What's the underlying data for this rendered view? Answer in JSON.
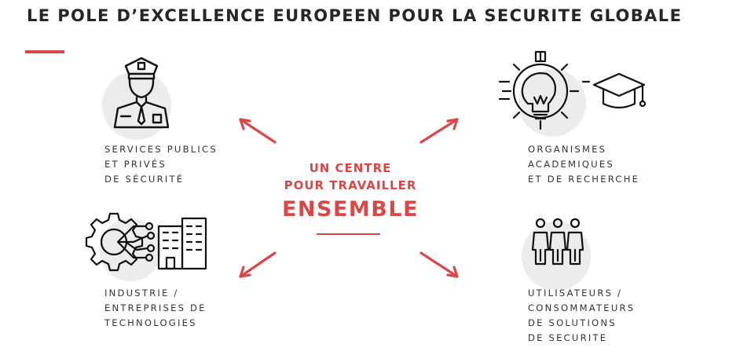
{
  "title": "LE POLE D’EXCELLENCE EUROPEEN POUR LA SECURITE GLOBALE",
  "center": {
    "line1": "UN CENTRE",
    "line2": "POUR TRAVAILLER",
    "line3": "ENSEMBLE"
  },
  "quadrants": {
    "top_left": {
      "icon": "security-officer-icon",
      "lines": [
        "SERVICES PUBLICS",
        "ET PRIVÉS",
        "DE SÉCURITÉ"
      ]
    },
    "top_right": {
      "icon": "lightbulb-gear-graduation-cap-icon",
      "lines": [
        "ORGANISMES",
        "ACADEMIQUES",
        "ET DE RECHERCHE"
      ]
    },
    "bottom_left": {
      "icon": "gear-network-buildings-icon",
      "lines": [
        "INDUSTRIE /",
        "ENTREPRISES DE",
        "TECHNOLOGIES"
      ]
    },
    "bottom_right": {
      "icon": "people-group-icon",
      "lines": [
        "UTILISATEURS /",
        "CONSOMMATEURS",
        "DE SOLUTIONS",
        "DE SECURITE"
      ]
    }
  },
  "colors": {
    "accent": "#d94848",
    "text": "#262626",
    "icon_bg": "#ececec"
  }
}
